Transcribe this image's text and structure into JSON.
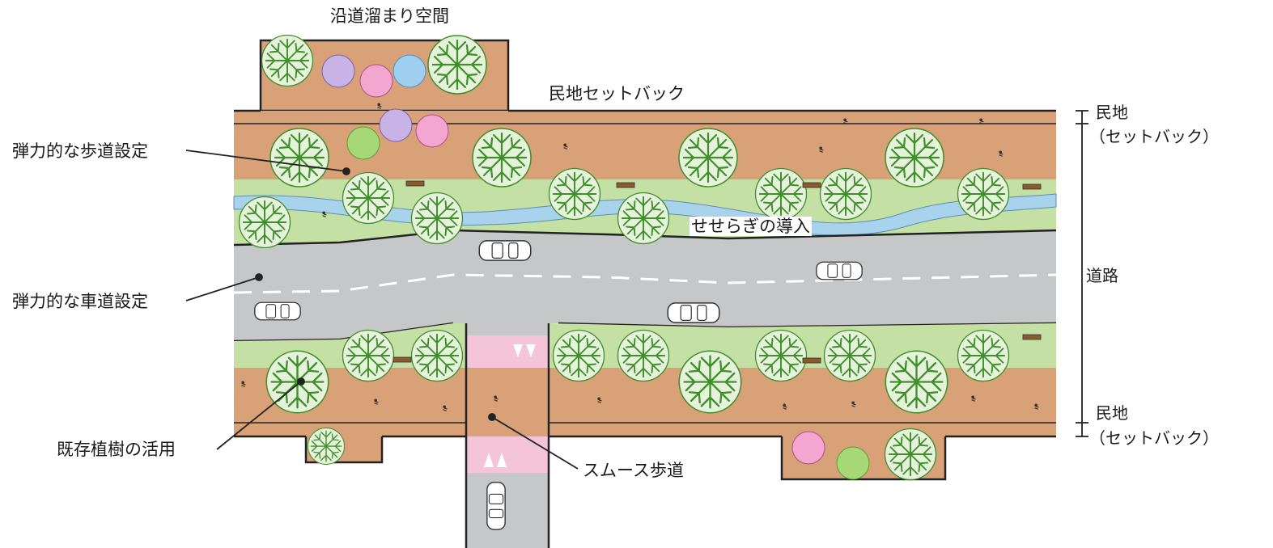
{
  "labels": {
    "top_plaza": "沿道溜まり空間",
    "private_setback": "民地セットバック",
    "flexible_sidewalk": "弾力的な歩道設定",
    "stream": "せせらぎの導入",
    "flexible_carriageway": "弾力的な車道設定",
    "existing_trees": "既存植樹の活用",
    "smooth_sidewalk": "スムース歩道",
    "dim_private_top": "民地",
    "dim_setback_top": "（セットバック）",
    "dim_road": "道路",
    "dim_private_bottom": "民地",
    "dim_setback_bottom": "（セットバック）"
  },
  "colors": {
    "sidewalk": "#d9a177",
    "green_strip": "#c5e0a4",
    "stream": "#a9d3ec",
    "road": "#c6c7c9",
    "crossing_pink": "#f4c5d8",
    "tree": "#3f8f2a",
    "outline": "#222222"
  },
  "icons": [
    "deciduous-tree-icon",
    "parasol-icon",
    "car-icon",
    "pedestrian-icon",
    "bench-icon",
    "crosswalk-arrow-icon"
  ]
}
